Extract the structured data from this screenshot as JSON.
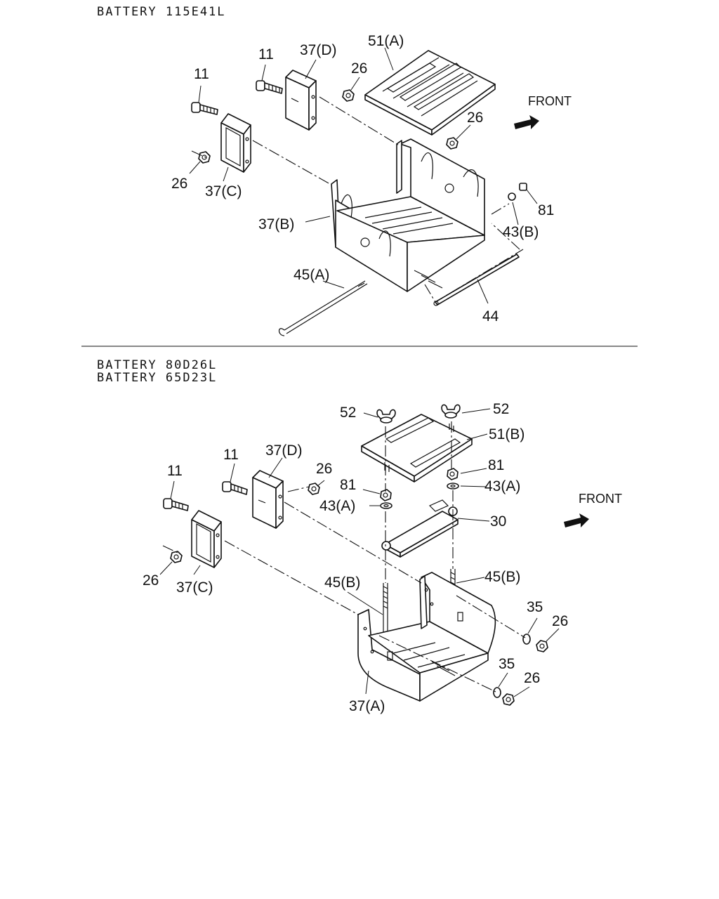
{
  "sections": [
    {
      "headings": [
        "BATTERY 115E41L"
      ],
      "front_label": "FRONT",
      "callouts": [
        "11",
        "11",
        "37(D)",
        "51(A)",
        "26",
        "26",
        "26",
        "37(C)",
        "37(B)",
        "81",
        "43(B)",
        "45(A)",
        "44"
      ]
    },
    {
      "headings": [
        "BATTERY 80D26L",
        "BATTERY 65D23L"
      ],
      "front_label": "FRONT",
      "callouts": [
        "52",
        "52",
        "51(B)",
        "11",
        "37(D)",
        "26",
        "11",
        "81",
        "81",
        "43(A)",
        "43(A)",
        "30",
        "26",
        "37(C)",
        "45(B)",
        "45(B)",
        "35",
        "26",
        "35",
        "26",
        "37(A)"
      ]
    }
  ]
}
